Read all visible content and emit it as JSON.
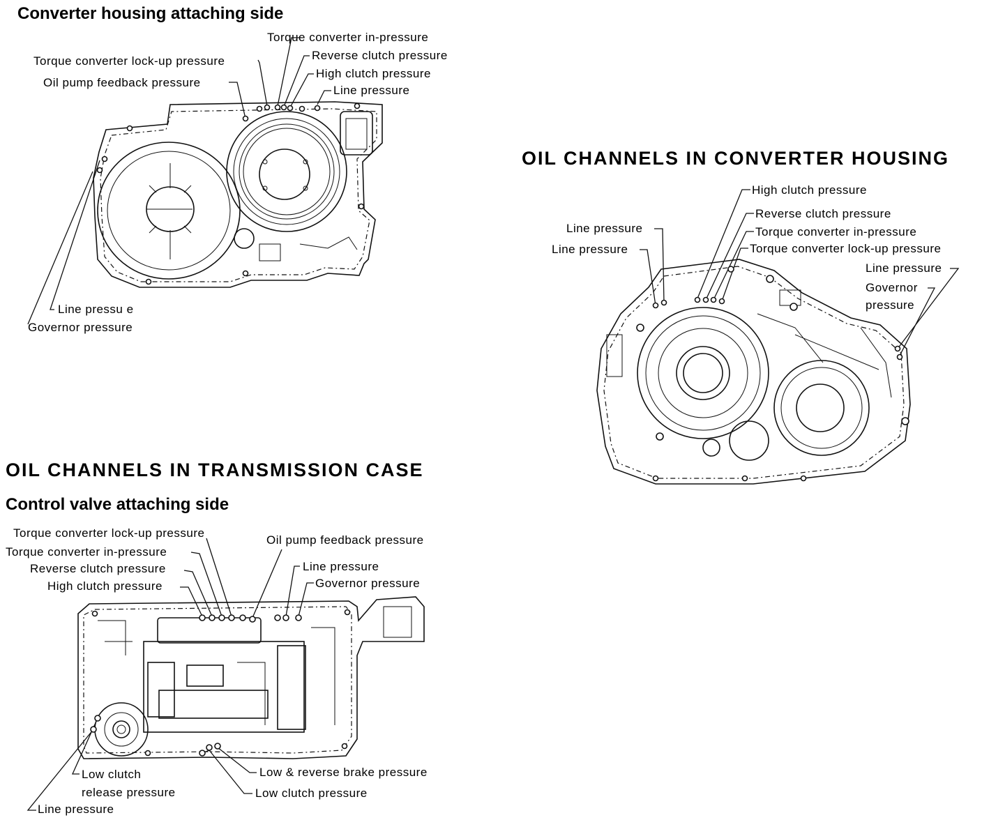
{
  "converter_housing_side": {
    "heading": "Converter housing attaching side",
    "labels": {
      "tc_in": "Torque converter in-pressure",
      "tc_lockup": "Torque converter lock-up pressure",
      "reverse": "Reverse clutch pressure",
      "oil_pump": "Oil pump feedback pressure",
      "high": "High clutch pressure",
      "line": "Line pressure",
      "line_bottom": "Line pressu e",
      "governor": "Governor pressure"
    }
  },
  "converter_housing": {
    "heading": "OIL CHANNELS IN CONVERTER HOUSING",
    "labels": {
      "high": "High clutch pressure",
      "reverse": "Reverse clutch pressure",
      "line_1": "Line pressure",
      "tc_in": "Torque converter in-pressure",
      "line_2": "Line pressure",
      "tc_lockup": "Torque converter lock-up pressure",
      "line_3": "Line pressure",
      "governor_1": "Governor",
      "governor_2": "pressure"
    }
  },
  "transmission_case": {
    "heading": "OIL CHANNELS IN TRANSMISSION CASE",
    "subheading": "Control valve attaching side",
    "labels": {
      "tc_lockup": "Torque converter lock-up pressure",
      "tc_in": "Torque converter in-pressure",
      "oil_pump": "Oil pump feedback pressure",
      "reverse": "Reverse clutch pressure",
      "line": "Line pressure",
      "high": "High clutch pressure",
      "governor": "Governor pressure",
      "low_clutch_release_1": "Low clutch",
      "low_reverse_brake": "Low & reverse brake pressure",
      "low_clutch_release_2": "release pressure",
      "low_clutch": "Low clutch pressure",
      "line_bottom": "Line pressure"
    }
  }
}
